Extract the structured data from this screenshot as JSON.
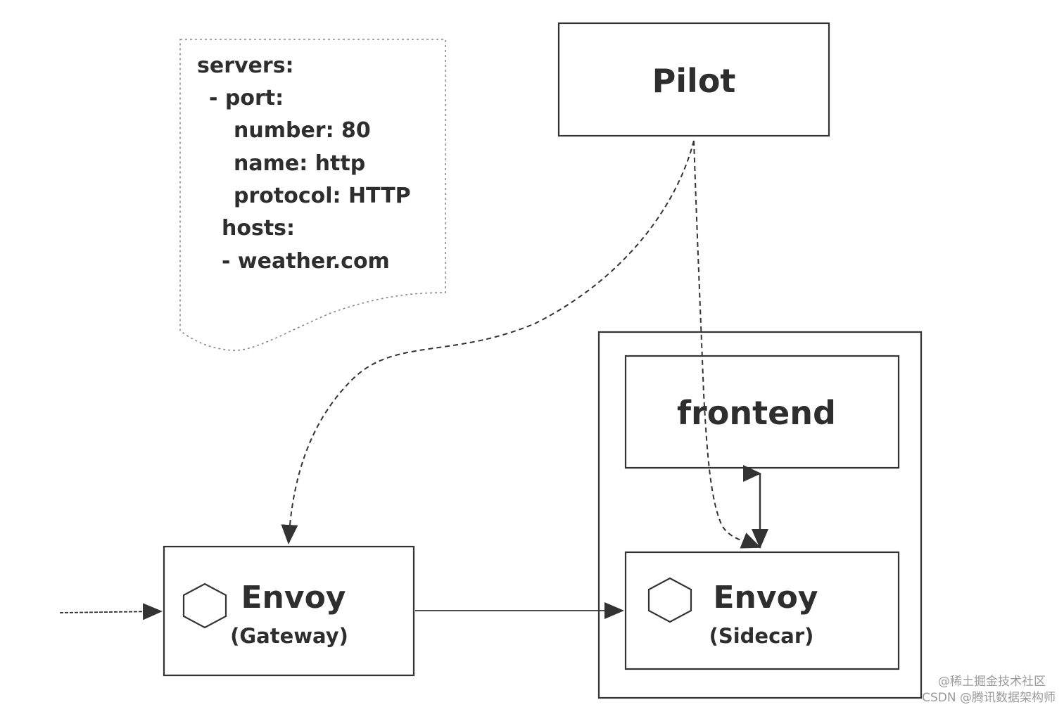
{
  "config_doc": {
    "lines": [
      "servers:",
      "- port:",
      "number: 80",
      "name: http",
      "protocol: HTTP",
      "hosts:",
      "- weather.com"
    ]
  },
  "nodes": {
    "pilot": {
      "title": "Pilot"
    },
    "frontend": {
      "title": "frontend"
    },
    "gateway": {
      "title": "Envoy",
      "subtitle": "(Gateway)",
      "icon": "hexagon-icon"
    },
    "sidecar": {
      "title": "Envoy",
      "subtitle": "(Sidecar)",
      "icon": "hexagon-icon"
    }
  },
  "watermark": {
    "line1": "@稀土掘金技术社区",
    "line2": "CSDN @腾讯数据架构师"
  },
  "colors": {
    "stroke": "#333333",
    "text": "#2e2e2e",
    "doc_border": "#8a8a8a"
  }
}
